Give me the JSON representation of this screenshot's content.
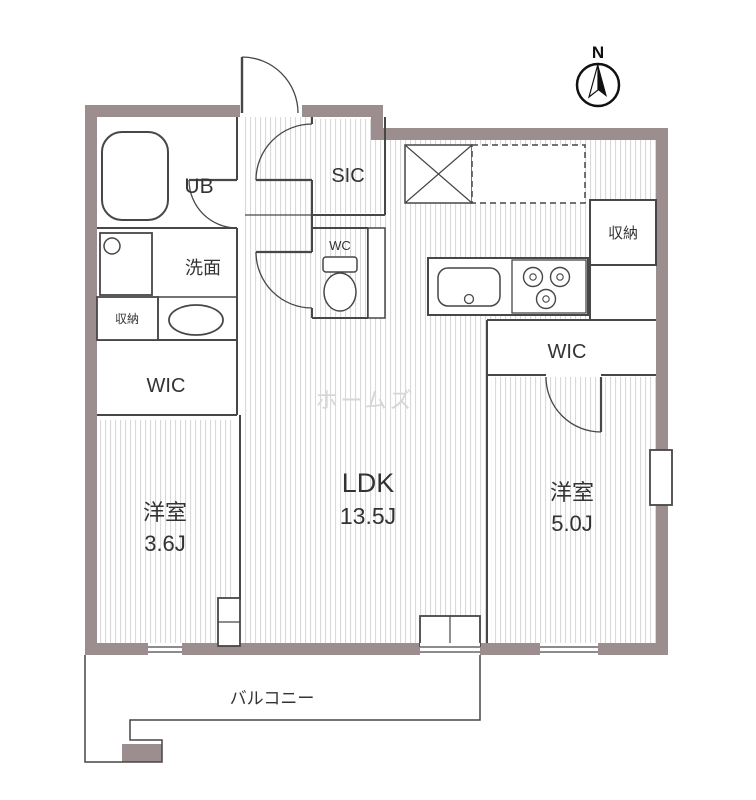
{
  "colors": {
    "wall": "#9c8e8e",
    "line": "#474747",
    "hatch": "#d9d9d9",
    "label": "#333333",
    "watermark": "#d6d6d6",
    "compass": "#111111"
  },
  "compass": {
    "label": "N"
  },
  "watermark": {
    "text": "ホームズ"
  },
  "rooms": {
    "unit_bath": {
      "label": "UB"
    },
    "washroom": {
      "label": "洗面"
    },
    "washroom_storage": {
      "label": "収納"
    },
    "wic_left": {
      "label": "WIC"
    },
    "bedroom_left": {
      "name": "洋室",
      "size": "3.6J"
    },
    "shoe_closet": {
      "label": "SIC"
    },
    "toilet": {
      "label": "WC"
    },
    "ldk": {
      "name": "LDK",
      "size": "13.5J"
    },
    "storage_right": {
      "label": "収納"
    },
    "wic_right": {
      "label": "WIC"
    },
    "bedroom_right": {
      "name": "洋室",
      "size": "5.0J"
    },
    "balcony": {
      "label": "バルコニー"
    }
  }
}
